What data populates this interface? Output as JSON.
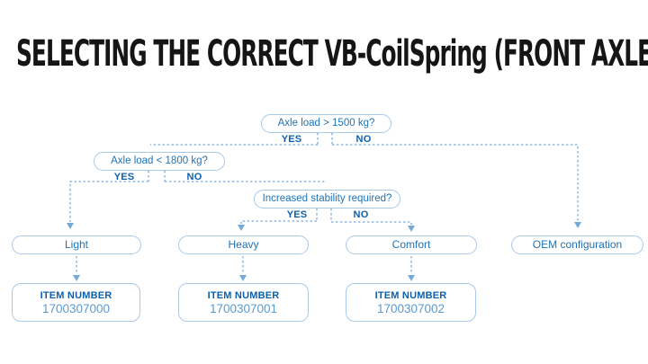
{
  "title": "SELECTING THE CORRECT VB-CoilSpring (FRONT AXLE)",
  "colors": {
    "title_text": "#151515",
    "question_text": "#1e73b9",
    "yes_no_text": "#0f60ac",
    "item_label_text": "#0f60ac",
    "item_value_text": "#5b9bd0",
    "box_border": "#a9c9e9",
    "connector_line": "#8ab7e4",
    "arrowhead": "#74a9d8",
    "background": "#ffffff"
  },
  "flowchart": {
    "decisions": [
      {
        "question": "Axle load > 1500 kg?",
        "yes_label": "YES",
        "no_label": "NO"
      },
      {
        "question": "Axle load < 1800 kg?",
        "yes_label": "YES",
        "no_label": "NO"
      },
      {
        "question": "Increased stability required?",
        "yes_label": "YES",
        "no_label": "NO"
      }
    ],
    "outcomes": [
      {
        "label": "Light",
        "item_number_label": "ITEM NUMBER",
        "item_number": "1700307000"
      },
      {
        "label": "Heavy",
        "item_number_label": "ITEM NUMBER",
        "item_number": "1700307001"
      },
      {
        "label": "Comfort",
        "item_number_label": "ITEM NUMBER",
        "item_number": "1700307002"
      },
      {
        "label": "OEM configuration"
      }
    ]
  }
}
